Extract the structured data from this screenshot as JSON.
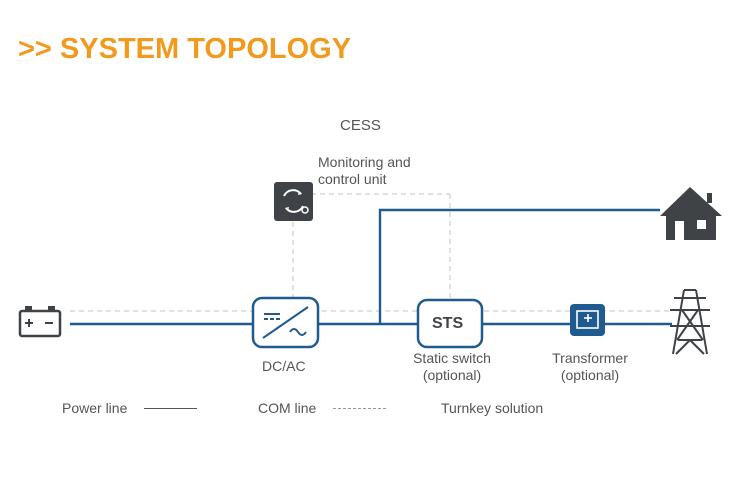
{
  "header": {
    "title": ">> SYSTEM TOPOLOGY"
  },
  "diagram": {
    "group_label": "CESS",
    "monitoring": {
      "label_line1": "Monitoring and",
      "label_line2": "control unit",
      "icon": "gear-cycle-icon"
    },
    "battery": {
      "icon": "battery-icon"
    },
    "inverter": {
      "label": "DC/AC",
      "icon": "inverter-icon"
    },
    "sts": {
      "text": "STS",
      "label_line1": "Static switch",
      "label_line2": "(optional)"
    },
    "transformer": {
      "label_line1": "Transformer",
      "label_line2": "(optional)",
      "icon": "transformer-icon"
    },
    "house": {
      "icon": "house-icon"
    },
    "grid": {
      "icon": "power-tower-icon"
    }
  },
  "legend": {
    "power_line": "Power line",
    "com_line": "COM line",
    "turnkey": "Turnkey solution"
  },
  "colors": {
    "accent": "#f29a1d",
    "line_blue": "#1f5b8f",
    "dashed": "#bfc7d0",
    "icon_dark": "#3f4347"
  }
}
